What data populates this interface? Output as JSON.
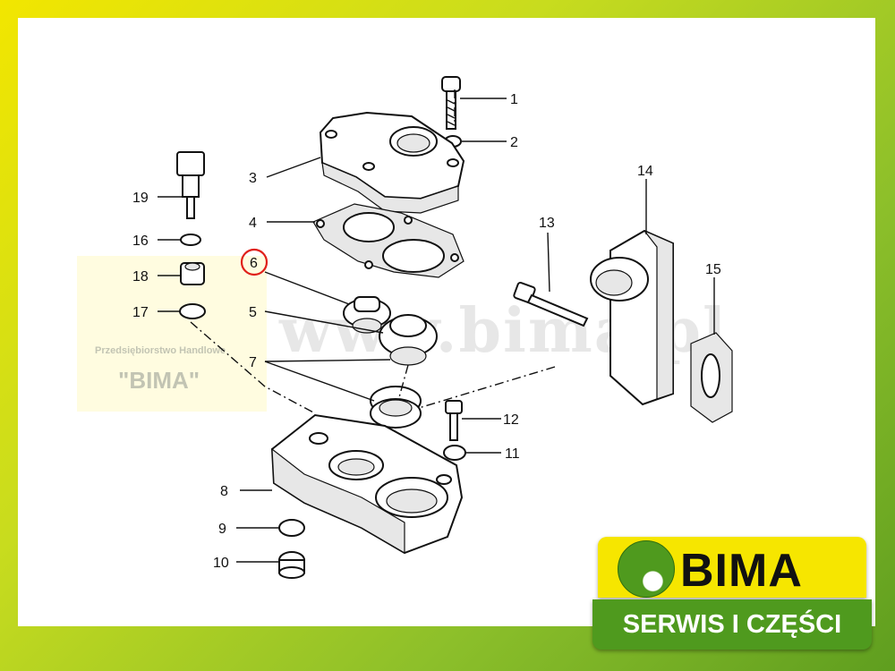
{
  "watermark": {
    "url_text": "www.bima.pl",
    "company_small": "Przedsiębiorstwo Handlowe",
    "company_big": "\"BIMA\""
  },
  "logo": {
    "name": "BIMA",
    "subtitle": "SERWIS I CZĘŚCI",
    "yellow": "#f6e600",
    "green": "#4f9a1e"
  },
  "callouts": {
    "n1": "1",
    "n2": "2",
    "n3": "3",
    "n4": "4",
    "n5": "5",
    "n6": "6",
    "n7": "7",
    "n8": "8",
    "n9": "9",
    "n10": "10",
    "n11": "11",
    "n12": "12",
    "n13": "13",
    "n14": "14",
    "n15": "15",
    "n16": "16",
    "n17": "17",
    "n18": "18",
    "n19": "19"
  },
  "highlight": {
    "callout": "6",
    "color": "#e0201a"
  }
}
